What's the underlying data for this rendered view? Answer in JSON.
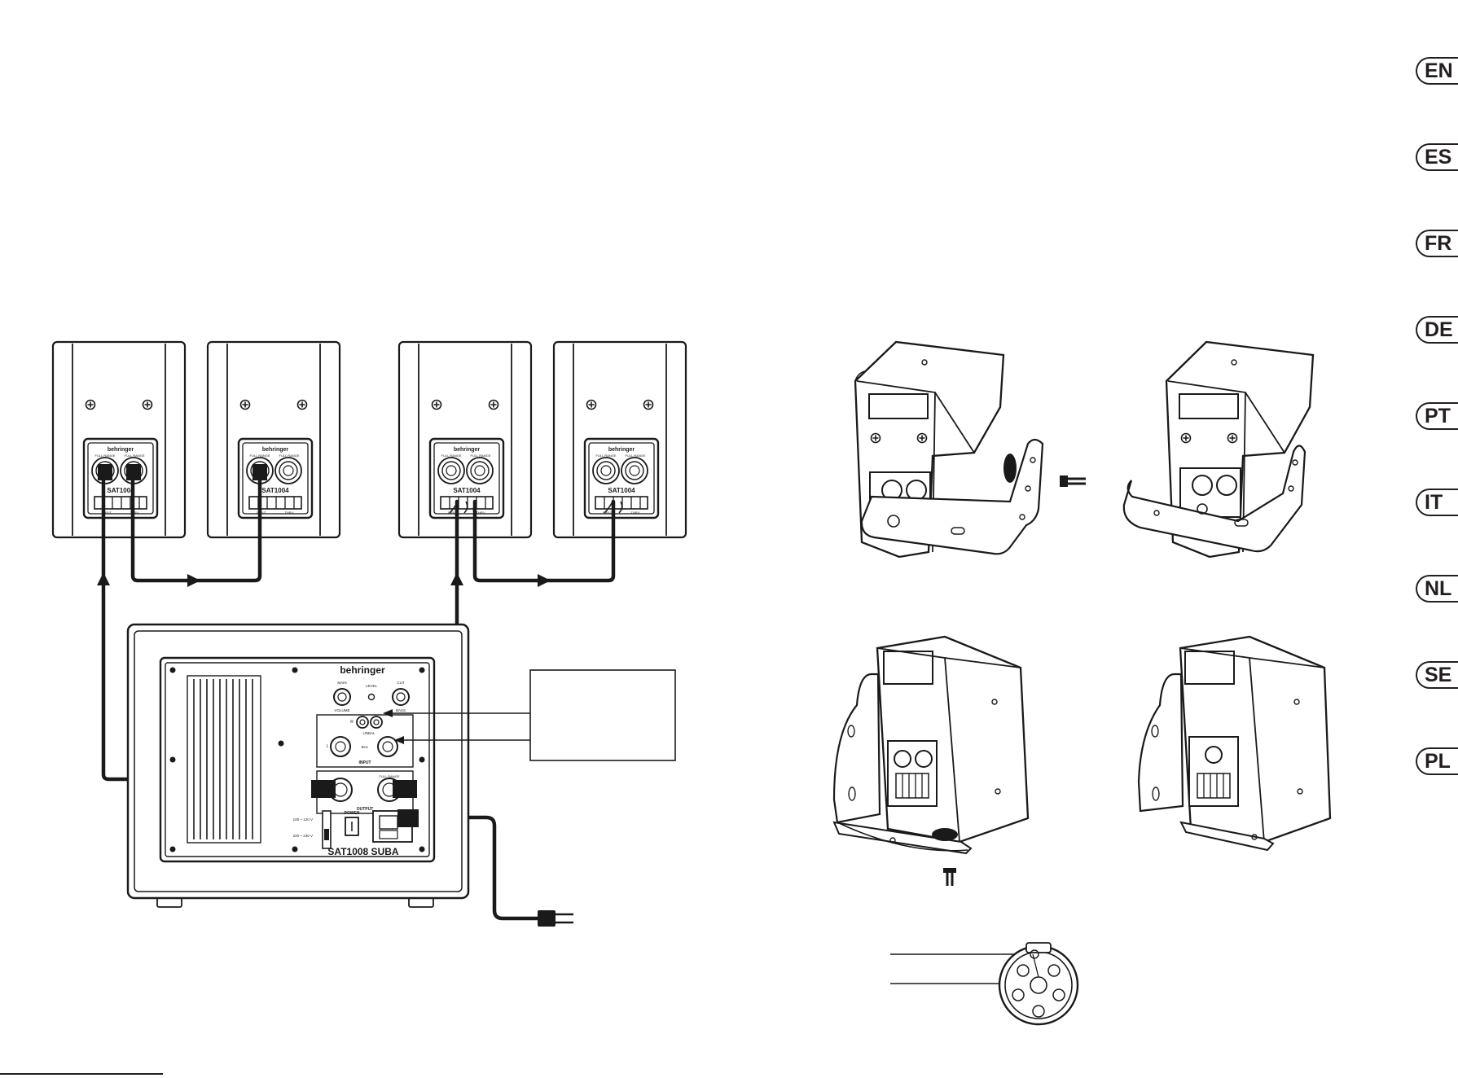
{
  "languages": [
    "EN",
    "ES",
    "FR",
    "DE",
    "PT",
    "IT",
    "NL",
    "SE",
    "PL"
  ],
  "active_language": "EN",
  "satellites": [
    {
      "brand": "behringer",
      "model": "SAT1004",
      "jack_label_1": "FULL RANGE",
      "jack_label_2": "FULL RANGE",
      "terminal_left": "INPUT",
      "terminal_right": "THRU"
    },
    {
      "brand": "behringer",
      "model": "SAT1004",
      "jack_label_1": "FULL RANGE",
      "jack_label_2": "FULL RANGE",
      "terminal_left": "INPUT",
      "terminal_right": "THRU"
    },
    {
      "brand": "behringer",
      "model": "SAT1004",
      "jack_label_1": "FULL RANGE",
      "jack_label_2": "FULL RANGE",
      "terminal_left": "INPUT",
      "terminal_right": "THRU"
    },
    {
      "brand": "behringer",
      "model": "SAT1004",
      "jack_label_1": "FULL RANGE",
      "jack_label_2": "FULL RANGE",
      "terminal_left": "INPUT",
      "terminal_right": "THRU"
    }
  ],
  "subwoofer": {
    "brand": "behringer",
    "model": "SAT1008 SUBA",
    "knob_left": "VOLUME",
    "knob_right": "BASS",
    "knob_left_top": "MAIN",
    "knob_right_top": "CUT",
    "indicator": "LEVEL",
    "input_section": "INPUT",
    "input_r": "R",
    "input_l": "L",
    "input_rca": "UNBAL",
    "input_xlr": "BAL",
    "output_section": "OUTPUT",
    "output_title": "FULL RANGE",
    "power_label": "POWER",
    "voltage_1": "100 ~ 120 V",
    "voltage_2": "220 ~ 240 V"
  }
}
